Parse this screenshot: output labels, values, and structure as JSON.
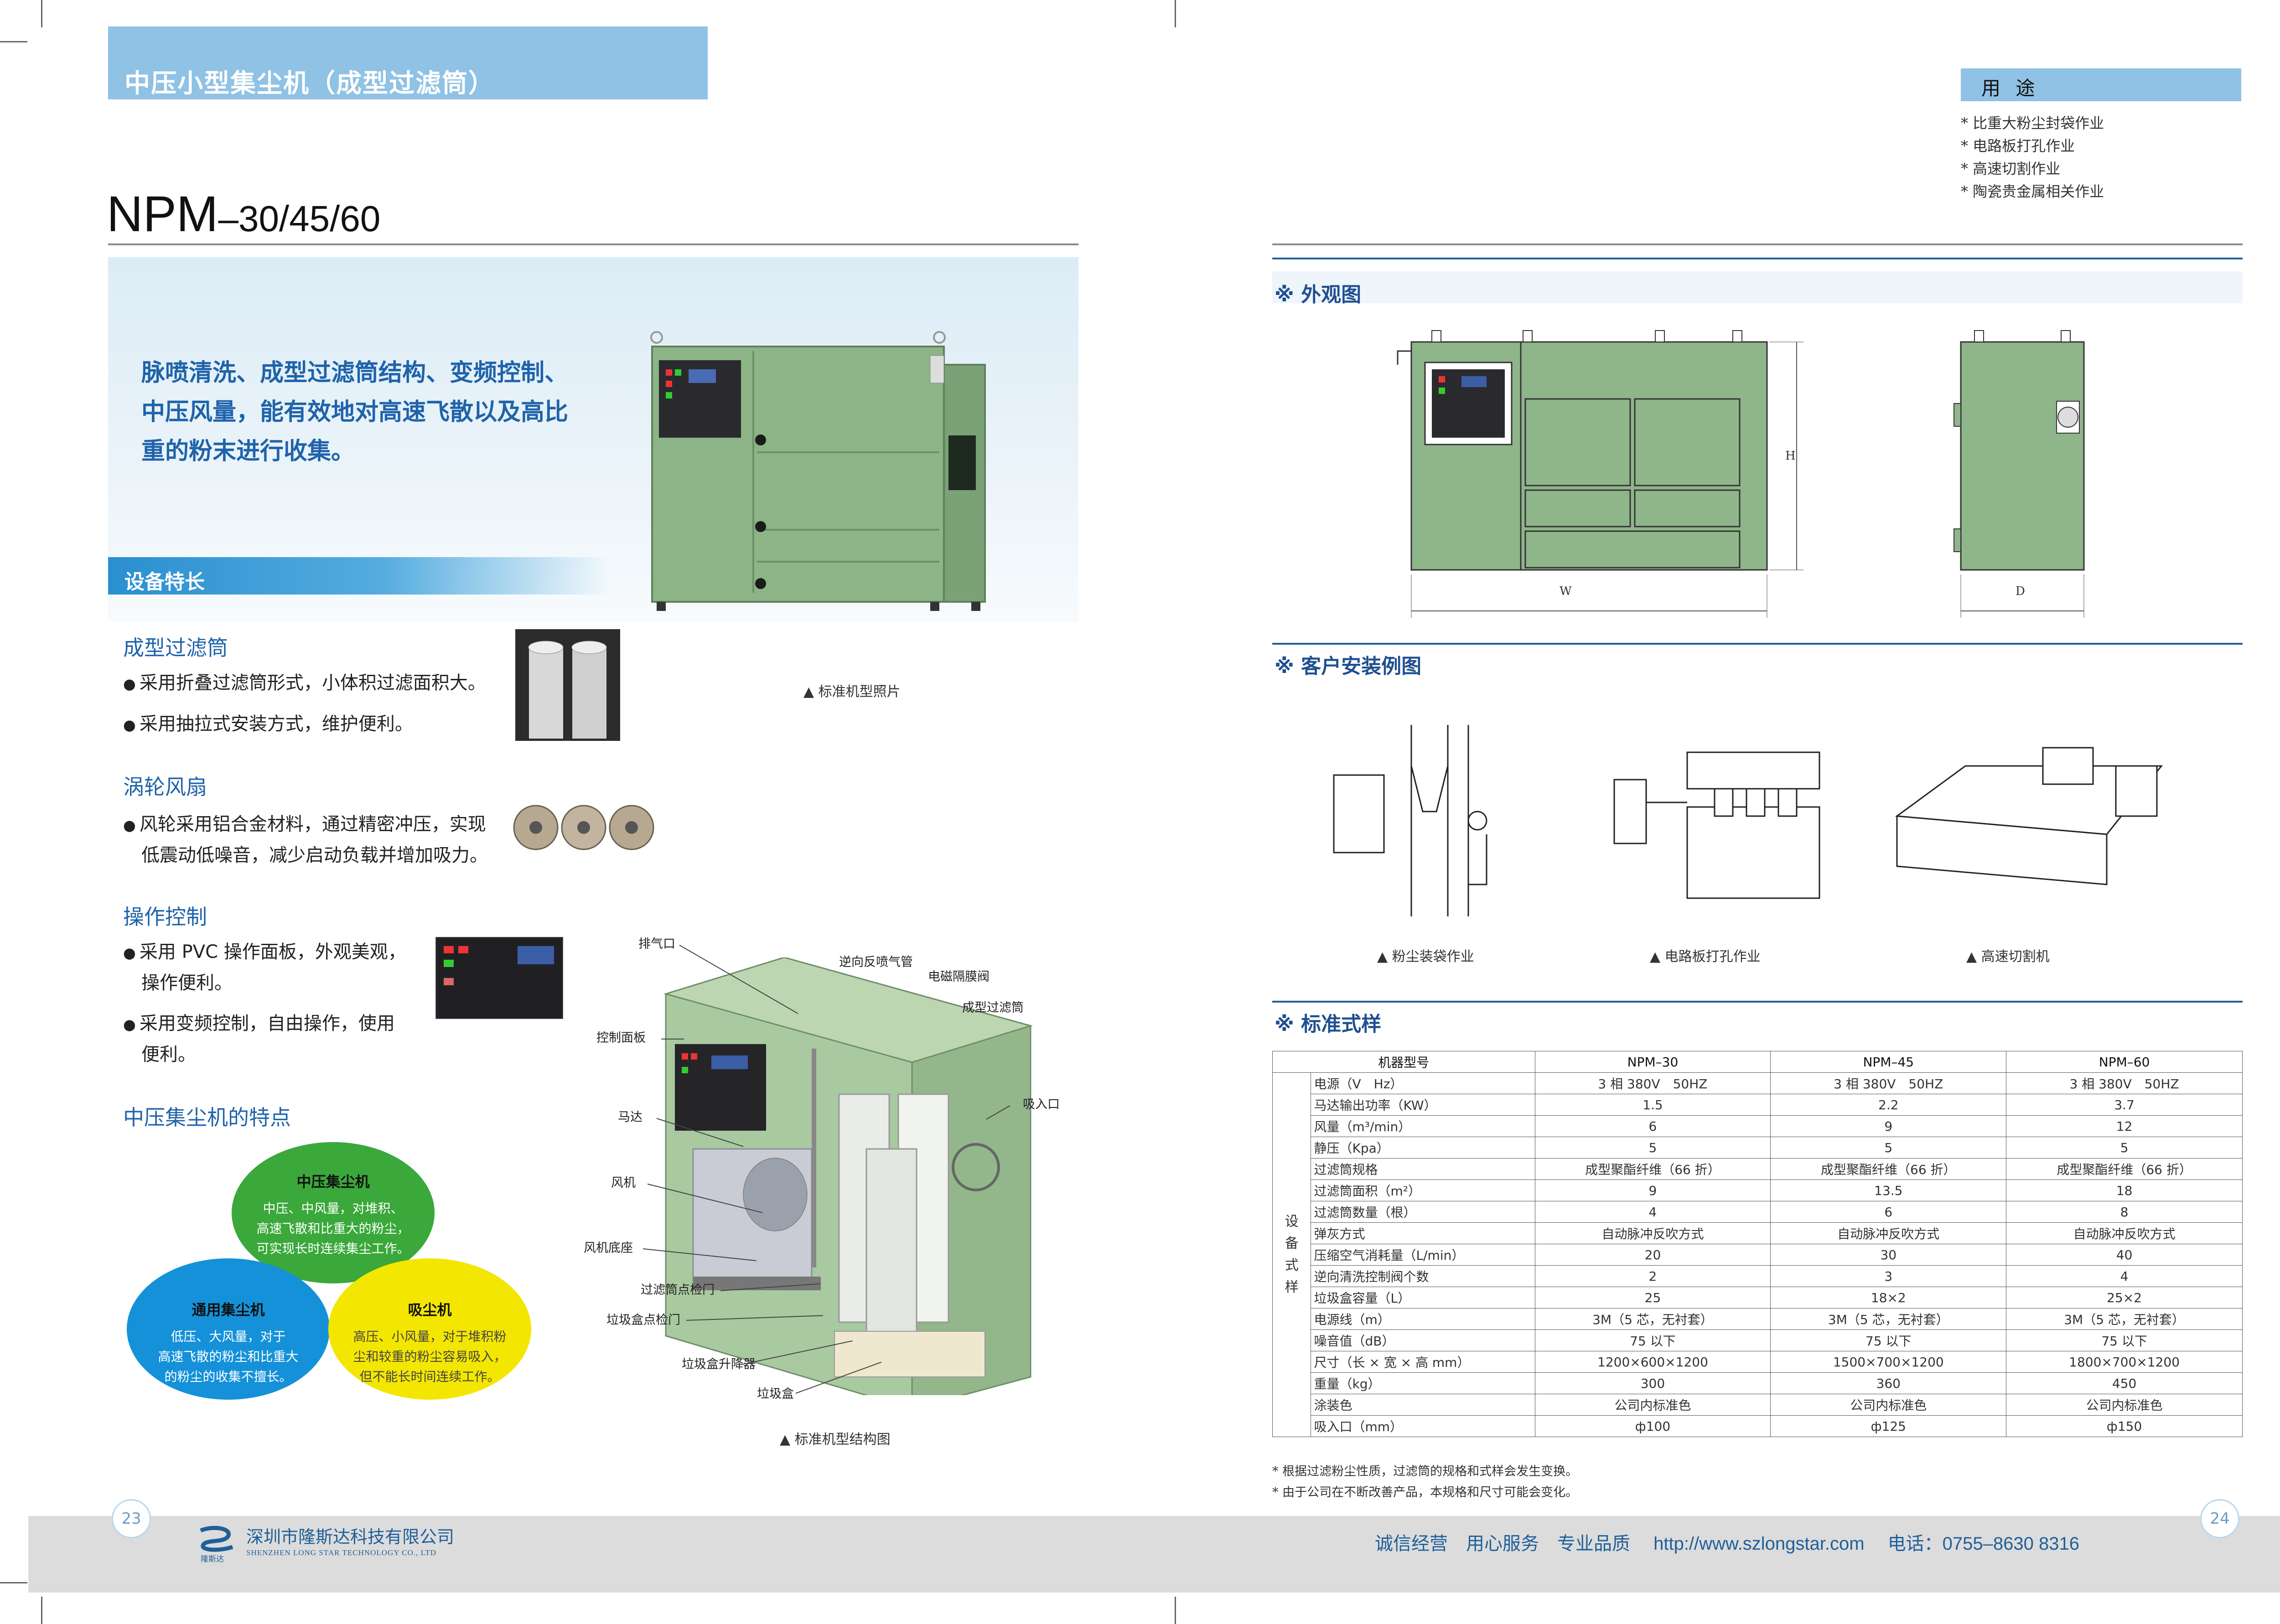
{
  "header": {
    "title": "中压小型集尘机（成型过滤筒）",
    "model_main": "NPM",
    "model_suffix": "–30/45/60"
  },
  "hero": {
    "tagline": "脉喷清洗、成型过滤筒结构、变频控制、中压风量，能有效地对高速飞散以及高比重的粉末进行收集。",
    "photo_caption": "▲ 标准机型照片"
  },
  "features": {
    "section_title": "设备特长",
    "filter": {
      "title": "成型过滤筒",
      "bullets": [
        "采用折叠过滤筒形式，小体积过滤面积大。",
        "采用抽拉式安装方式，维护便利。"
      ]
    },
    "fan": {
      "title": "涡轮风扇",
      "bullets": [
        "风轮采用铝合金材料，通过精密冲压，实现",
        "低震动低噪音，减少启动负载并增加吸力。"
      ]
    },
    "control": {
      "title": "操作控制",
      "bullets": [
        "采用 PVC 操作面板，外观美观，",
        "操作便利。",
        "采用变频控制，自由操作，使用",
        "便利。"
      ]
    }
  },
  "characteristics": {
    "title": "中压集尘机的特点",
    "green": {
      "title": "中压集尘机",
      "lines": [
        "中压、中风量，对堆积、",
        "高速飞散和比重大的粉尘，",
        "可实现长时连续集尘工作。"
      ]
    },
    "blue": {
      "title": "通用集尘机",
      "lines": [
        "低压、大风量，对于",
        "高速飞散的粉尘和比重大",
        "的粉尘的收集不擅长。"
      ]
    },
    "yellow": {
      "title": "吸尘机",
      "lines": [
        "高压、小风量，对于堆积粉",
        "尘和较重的粉尘容易吸入，",
        "但不能长时间连续工作。"
      ]
    }
  },
  "structure": {
    "labels": {
      "exhaust": "排气口",
      "reverse_pipe": "逆向反喷气管",
      "valve": "电磁隔膜阀",
      "filter": "成型过滤筒",
      "panel": "控制面板",
      "inlet": "吸入口",
      "motor": "马达",
      "fan": "风机",
      "fan_base": "风机底座",
      "filter_door": "过滤筒点检门",
      "box_door": "垃圾盒点检门",
      "lift": "垃圾盒升降器",
      "box": "垃圾盒"
    },
    "caption": "▲ 标准机型结构图"
  },
  "usage": {
    "title": "用 途",
    "items": [
      "* 比重大粉尘封袋作业",
      "* 电路板打孔作业",
      "* 高速切割作业",
      "* 陶瓷贵金属相关作业"
    ]
  },
  "appearance": {
    "title": "※ 外观图",
    "dim_w": "W",
    "dim_h": "H",
    "dim_d": "D"
  },
  "install": {
    "title": "※ 客户安装例图",
    "captions": [
      "▲ 粉尘装袋作业",
      "▲ 电路板打孔作业",
      "▲ 高速切割机"
    ]
  },
  "spec": {
    "title": "※ 标准式样",
    "group_label": "设备式样",
    "header": [
      "机器型号",
      "NPM–30",
      "NPM–45",
      "NPM–60"
    ],
    "rows": [
      [
        "电源（V　Hz）",
        "3 相 380V　50HZ",
        "3 相 380V　50HZ",
        "3 相 380V　50HZ"
      ],
      [
        "马达输出功率（KW）",
        "1.5",
        "2.2",
        "3.7"
      ],
      [
        "风量（m³/min）",
        "6",
        "9",
        "12"
      ],
      [
        "静压（Kpa）",
        "5",
        "5",
        "5"
      ],
      [
        "过滤筒规格",
        "成型聚酯纤维（66 折）",
        "成型聚酯纤维（66 折）",
        "成型聚酯纤维（66 折）"
      ],
      [
        "过滤筒面积（m²）",
        "9",
        "13.5",
        "18"
      ],
      [
        "过滤筒数量（根）",
        "4",
        "6",
        "8"
      ],
      [
        "弹灰方式",
        "自动脉冲反吹方式",
        "自动脉冲反吹方式",
        "自动脉冲反吹方式"
      ],
      [
        "压缩空气消耗量（L/min）",
        "20",
        "30",
        "40"
      ],
      [
        "逆向清洗控制阀个数",
        "2",
        "3",
        "4"
      ],
      [
        "垃圾盒容量（L）",
        "25",
        "18×2",
        "25×2"
      ],
      [
        "电源线（m）",
        "3M（5 芯，无衬套）",
        "3M（5 芯，无衬套）",
        "3M（5 芯，无衬套）"
      ],
      [
        "噪音值（dB）",
        "75 以下",
        "75 以下",
        "75 以下"
      ],
      [
        "尺寸（长 × 宽 × 高 mm）",
        "1200×600×1200",
        "1500×700×1200",
        "1800×700×1200"
      ],
      [
        "重量（kg）",
        "300",
        "360",
        "450"
      ],
      [
        "涂装色",
        "公司内标准色",
        "公司内标准色",
        "公司内标准色"
      ],
      [
        "吸入口（mm）",
        "ф100",
        "ф125",
        "ф150"
      ]
    ],
    "notes": [
      "* 根据过滤粉尘性质，过滤筒的规格和式样会发生变换。",
      "* 由于公司在不断改善产品，本规格和尺寸可能会变化。"
    ]
  },
  "footer": {
    "page_left": "23",
    "page_right": "24",
    "company_cn": "深圳市隆斯达科技有限公司",
    "company_en": "SHENZHEN LONG STAR TECHNOLOGY CO., LTD",
    "logo_text": "隆斯达",
    "slogan": "诚信经营　用心服务　专业品质　 http://www.szlongstar.com　 电话：0755–8630 8316"
  },
  "colors": {
    "accent_blue": "#1f63aa",
    "header_band": "#8fc2e4",
    "machine_green": "#8fb58a",
    "footer_gray": "#dcdcdc"
  }
}
